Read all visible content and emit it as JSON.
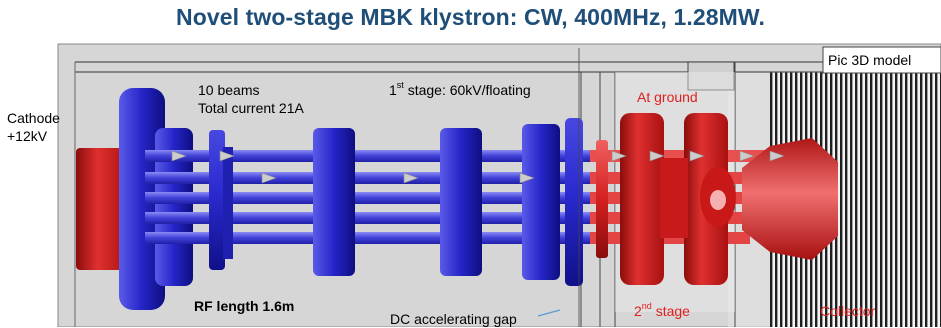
{
  "title": "Novel two-stage MBK klystron: CW, 400MHz, 1.28MW.",
  "labels": {
    "pic_model": "Pic 3D model",
    "beams": "10 beams",
    "total_current": "Total current 21A",
    "first_stage_prefix": "1",
    "first_stage_sup": "st",
    "first_stage_rest": " stage:  60kV/floating",
    "at_ground": "At ground",
    "cathode": "Cathode",
    "cathode_voltage": "+12kV",
    "rf_length": "RF length 1.6m",
    "dc_gap": "DC accelerating gap",
    "second_stage_prefix": "2",
    "second_stage_sup": "nd",
    "second_stage_rest": " stage",
    "collector": "Collector"
  },
  "colors": {
    "title": "#1f4e79",
    "blue_parts": "#2222b8",
    "red_parts": "#d42020",
    "frame_bg": "#d6d6d6",
    "label_red": "#e02020"
  }
}
